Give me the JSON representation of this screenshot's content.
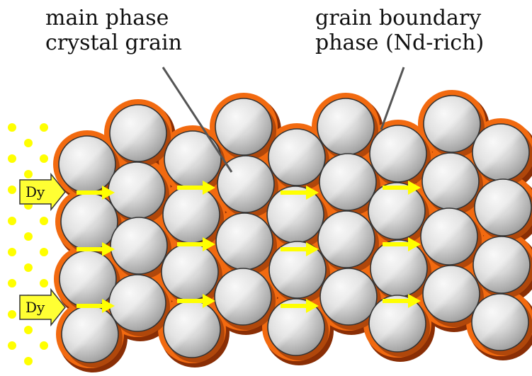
{
  "labels": {
    "main_phase": [
      "main phase",
      "crystal grain"
    ],
    "grain_boundary": [
      "grain boundary",
      "phase (Nd-rich)"
    ]
  },
  "diffusion_arrows": {
    "label": "Dy",
    "count": 2
  },
  "colors": {
    "grain_boundary_phase": "#f26a10",
    "grain_boundary_shadow": "#8a2e05",
    "grain_fill_light": "#f7f7f7",
    "grain_fill_dark": "#8f8f8f",
    "dy_dots": "#ffff00",
    "dy_arrow_fill": "#ffff33",
    "diffusion_arrow": "#ffff00",
    "leader_line": "#555555"
  },
  "structure": {
    "grain_columns": 9,
    "grain_rows_per_column": 4
  }
}
